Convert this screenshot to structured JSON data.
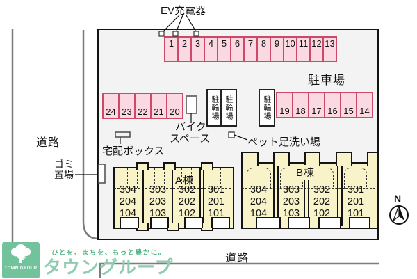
{
  "header": {
    "ev_charger_label": "EV充電器"
  },
  "site": {
    "parking_lot_label": "駐車場",
    "stalls_top": [
      "1",
      "2",
      "3",
      "4",
      "5",
      "6",
      "7",
      "8",
      "9",
      "10",
      "11",
      "12",
      "13"
    ],
    "stalls_mid_left": [
      "24",
      "23",
      "22",
      "21",
      "20"
    ],
    "stalls_mid_right": [
      "19",
      "18",
      "17",
      "16",
      "15",
      "14"
    ],
    "bicycle_parking_label": "駐輪場",
    "bike_space_label_line1": "バイク",
    "bike_space_label_line2": "スペース",
    "delivery_box_label": "宅配ボックス",
    "pet_wash_label": "ペット足洗い場",
    "garbage_label_line1": "ゴミ",
    "garbage_label_line2": "置場",
    "road_left_label": "道路",
    "road_bottom_label": "道路",
    "compass_north_label": "N",
    "buildings": [
      {
        "name": "A棟",
        "units": [
          {
            "rooms": [
              "304",
              "204",
              "104"
            ]
          },
          {
            "rooms": [
              "303",
              "203",
              "103"
            ]
          },
          {
            "rooms": [
              "302",
              "202",
              "102"
            ]
          },
          {
            "rooms": [
              "301",
              "201",
              "101"
            ]
          }
        ]
      },
      {
        "name": "B棟",
        "units": [
          {
            "rooms": [
              "304",
              "204",
              "104"
            ]
          },
          {
            "rooms": [
              "303",
              "203",
              "103"
            ]
          },
          {
            "rooms": [
              "302",
              "202",
              "102"
            ]
          },
          {
            "rooms": [
              "301",
              "201",
              "101"
            ]
          }
        ]
      }
    ]
  },
  "footer": {
    "logo_name": "TOWN GROUP",
    "tagline": "ひとを、まちを、もっと豊かに。",
    "brand": "タウングループ"
  },
  "colors": {
    "stall_fill": "#fbd9e3",
    "stall_border": "#cc4a67",
    "building_fill": "#f8f3c9",
    "site_fill": "#f3f3f3",
    "road_line": "#7d7d7d",
    "logo_green": "#72c39c",
    "brand_green": "#8fcdb1",
    "tagline_green": "#53b487"
  }
}
